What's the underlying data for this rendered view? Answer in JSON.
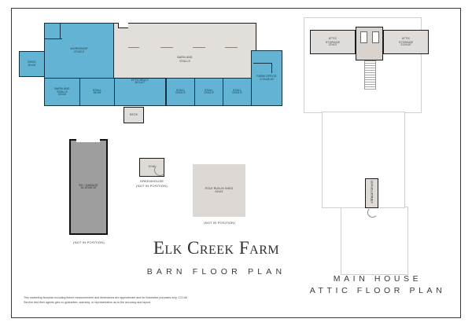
{
  "document": {
    "farm_title": "Elk Creek Farm",
    "barn_plan_title": "BARN FLOOR PLAN",
    "house_plan_title_line1": "MAIN HOUSE",
    "house_plan_title_line2": "ATTIC FLOOR PLAN",
    "disclaimer": "This marketing floorplan including fixture measurements and dimensions are approximate and for illustrative purposes only. C21 All Service and their agents give no guarantee, warranty, or representation as to the accuracy and layout."
  },
  "colors": {
    "room_blue": "#63b3d4",
    "room_grey": "#e0dcd9",
    "garage_grey": "#9e9e9e",
    "wall_dark": "#123040",
    "page_background": "#ffffff",
    "border": "#3a3a3a"
  },
  "barn_plan": {
    "rooms": [
      {
        "name": "SHED",
        "dimensions": "10'x10'",
        "fill": "blue"
      },
      {
        "name": "WORKSHOP",
        "dimensions": "27'x32.3'",
        "fill": "blue"
      },
      {
        "name": "BARN AND\nSTALLS",
        "dimensions": "16'x16'",
        "fill": "blue"
      },
      {
        "name": "STALL",
        "dimensions": "16'x16'",
        "fill": "blue"
      },
      {
        "name": "GUEST\nEFFICIENCY",
        "dimensions": "26.1'x27'",
        "fill": "blue"
      },
      {
        "name": "BARN AND\nSTALLS",
        "dimensions": "",
        "fill": "grey"
      },
      {
        "name": "STALL",
        "dimensions": "13'x11.9'",
        "fill": "blue"
      },
      {
        "name": "STALL",
        "dimensions": "13'x11.9'",
        "fill": "blue"
      },
      {
        "name": "STALL",
        "dimensions": "13'x11.9'",
        "fill": "blue"
      },
      {
        "name": "FARM OFFICE",
        "dimensions": "17.5'x25.15'",
        "fill": "blue"
      },
      {
        "name": "DECK",
        "dimensions": "",
        "fill": "grey"
      }
    ],
    "detached": [
      {
        "name": "RV / GARAGE",
        "dimensions": "16.15'x45.15'",
        "note": "(NOT IN POSITION)"
      },
      {
        "name": "GREENHOUSE",
        "dimensions": "10'x8'",
        "note": "(NOT IN POSITION)"
      },
      {
        "name": "POLE RUN-IN SHED",
        "dimensions": "24'x24'",
        "note": "(NOT IN POSITION)"
      }
    ]
  },
  "house_plan": {
    "rooms": [
      {
        "name": "ATTIC\nSTORAGE",
        "dimensions": "22'x10'"
      },
      {
        "name": "ATTIC\nSTORAGE",
        "dimensions": "21.5'x10'"
      },
      {
        "name": "ATTIC STORAGE",
        "dimensions": "6'x12'"
      }
    ]
  }
}
